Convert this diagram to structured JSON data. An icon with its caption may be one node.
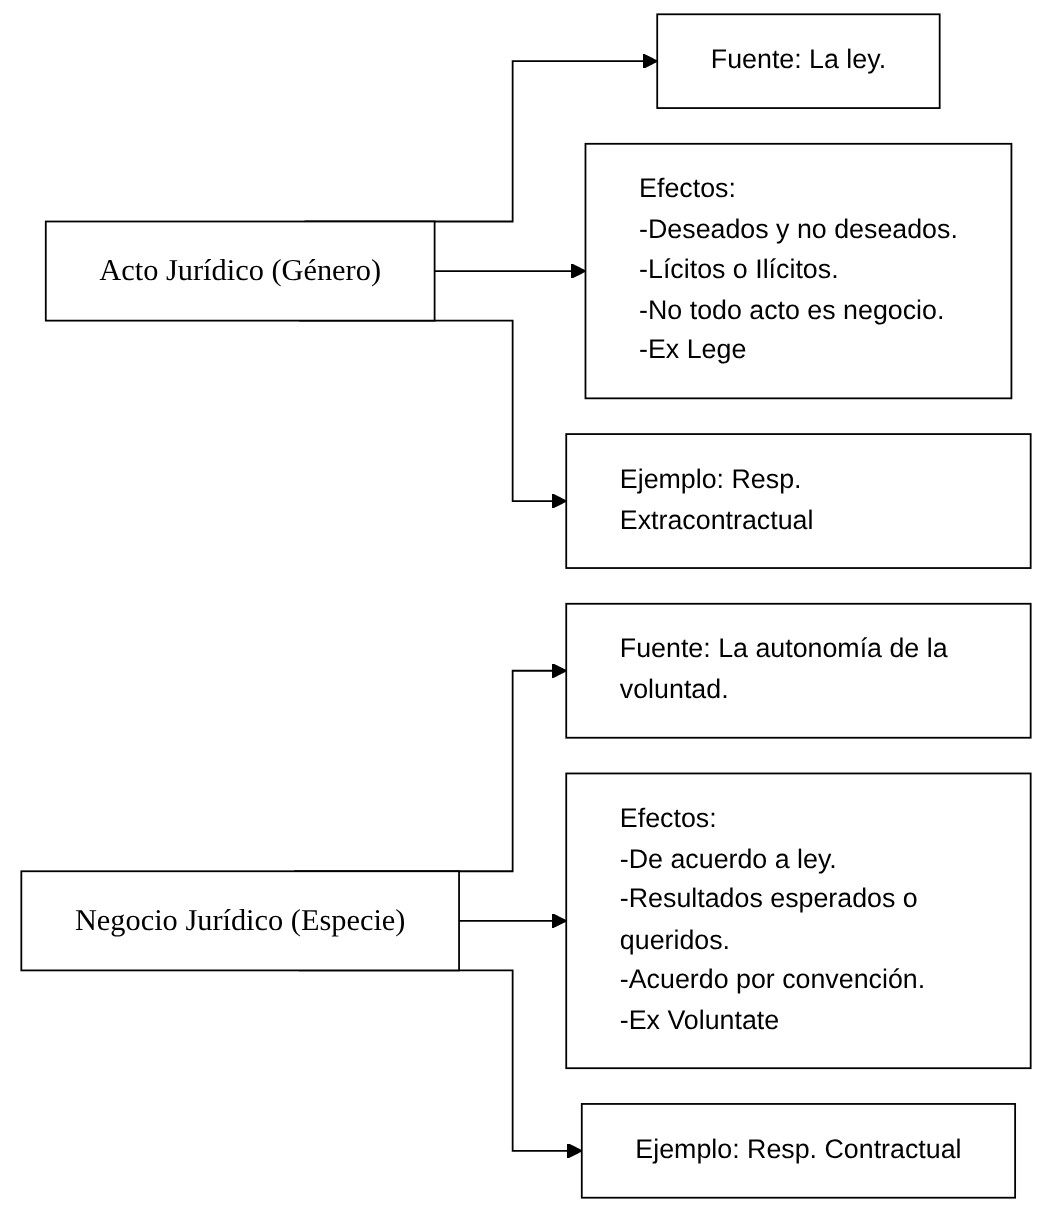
{
  "diagram": {
    "nodes": [
      {
        "text": [
          "Acto Jurídico (Género)"
        ]
      },
      {
        "text": [
          "Fuente: La ley."
        ]
      },
      {
        "text": [
          "Efectos:",
          "-Deseados y no deseados.",
          "-Lícitos o Ilícitos.",
          "-No todo acto es negocio.",
          "-Ex Lege"
        ]
      },
      {
        "text": [
          "Ejemplo: Resp. Extracontractual"
        ]
      },
      {
        "text": [
          "Negocio Jurídico (Especie)"
        ]
      },
      {
        "text": [
          "Fuente: La autonomía de la voluntad."
        ]
      },
      {
        "text": [
          "Efectos:",
          "-De acuerdo a ley.",
          "-Resultados esperados o queridos.",
          "-Acuerdo por convención.",
          "-Ex Voluntate"
        ]
      },
      {
        "text": [
          "Ejemplo: Resp. Contractual"
        ]
      }
    ],
    "edges": [
      {
        "from": 0,
        "to": 1,
        "arrow": "to"
      },
      {
        "from": 0,
        "to": 2,
        "arrow": "to"
      },
      {
        "from": 0,
        "to": 3,
        "arrow": "to"
      },
      {
        "from": 4,
        "to": 5,
        "arrow": "to"
      },
      {
        "from": 4,
        "to": 6,
        "arrow": "to"
      },
      {
        "from": 4,
        "to": 7,
        "arrow": "to"
      }
    ]
  }
}
